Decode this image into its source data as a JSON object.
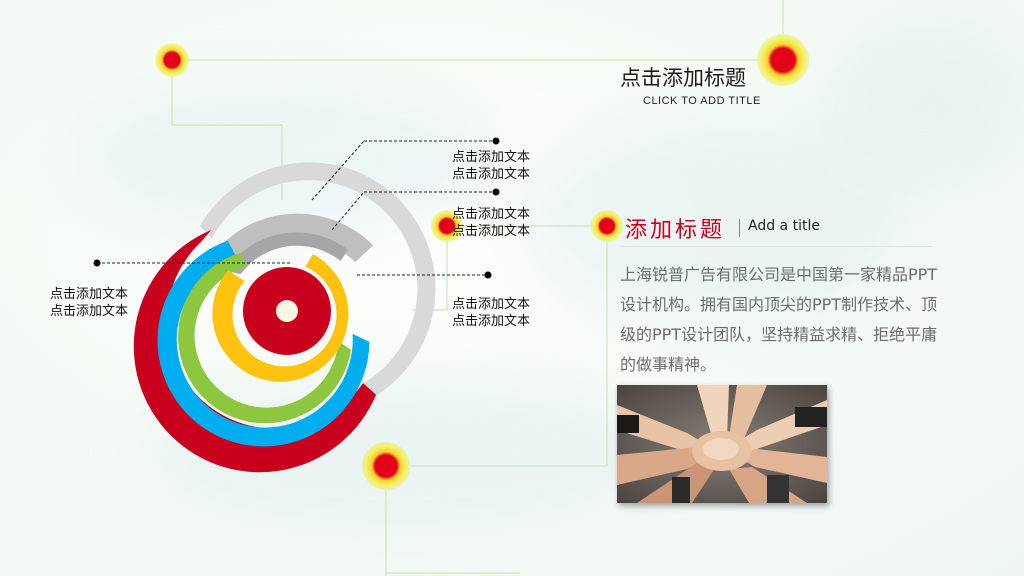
{
  "header": {
    "title": "点击添加标题",
    "subtitle": "CLICK TO ADD TITLE"
  },
  "labels": [
    {
      "line1": "点击添加文本",
      "line2": "点击添加文本"
    },
    {
      "line1": "点击添加文本",
      "line2": "点击添加文本"
    },
    {
      "line1": "点击添加文本",
      "line2": "点击添加文本"
    },
    {
      "line1": "点击添加文本",
      "line2": "点击添加文本"
    }
  ],
  "section": {
    "title": "添加标题",
    "title_en": "Add a title",
    "body": "上海锐普广告有限公司是中国第一家精品PPT设计机构。拥有国内顶尖的PPT制作技术、顶级的PPT设计团队，坚持精益求精、拒绝平庸的做事精神。"
  },
  "colors": {
    "red": "#c8001e",
    "blue": "#00aeef",
    "green": "#8dc63f",
    "yellow": "#ffc20e",
    "gray_light": "#d9d9d9",
    "gray_mid": "#bfbfbf",
    "gray_dark": "#a6a6a6"
  },
  "icons": [
    "glow-dot-icon",
    "hands-together-photo"
  ]
}
